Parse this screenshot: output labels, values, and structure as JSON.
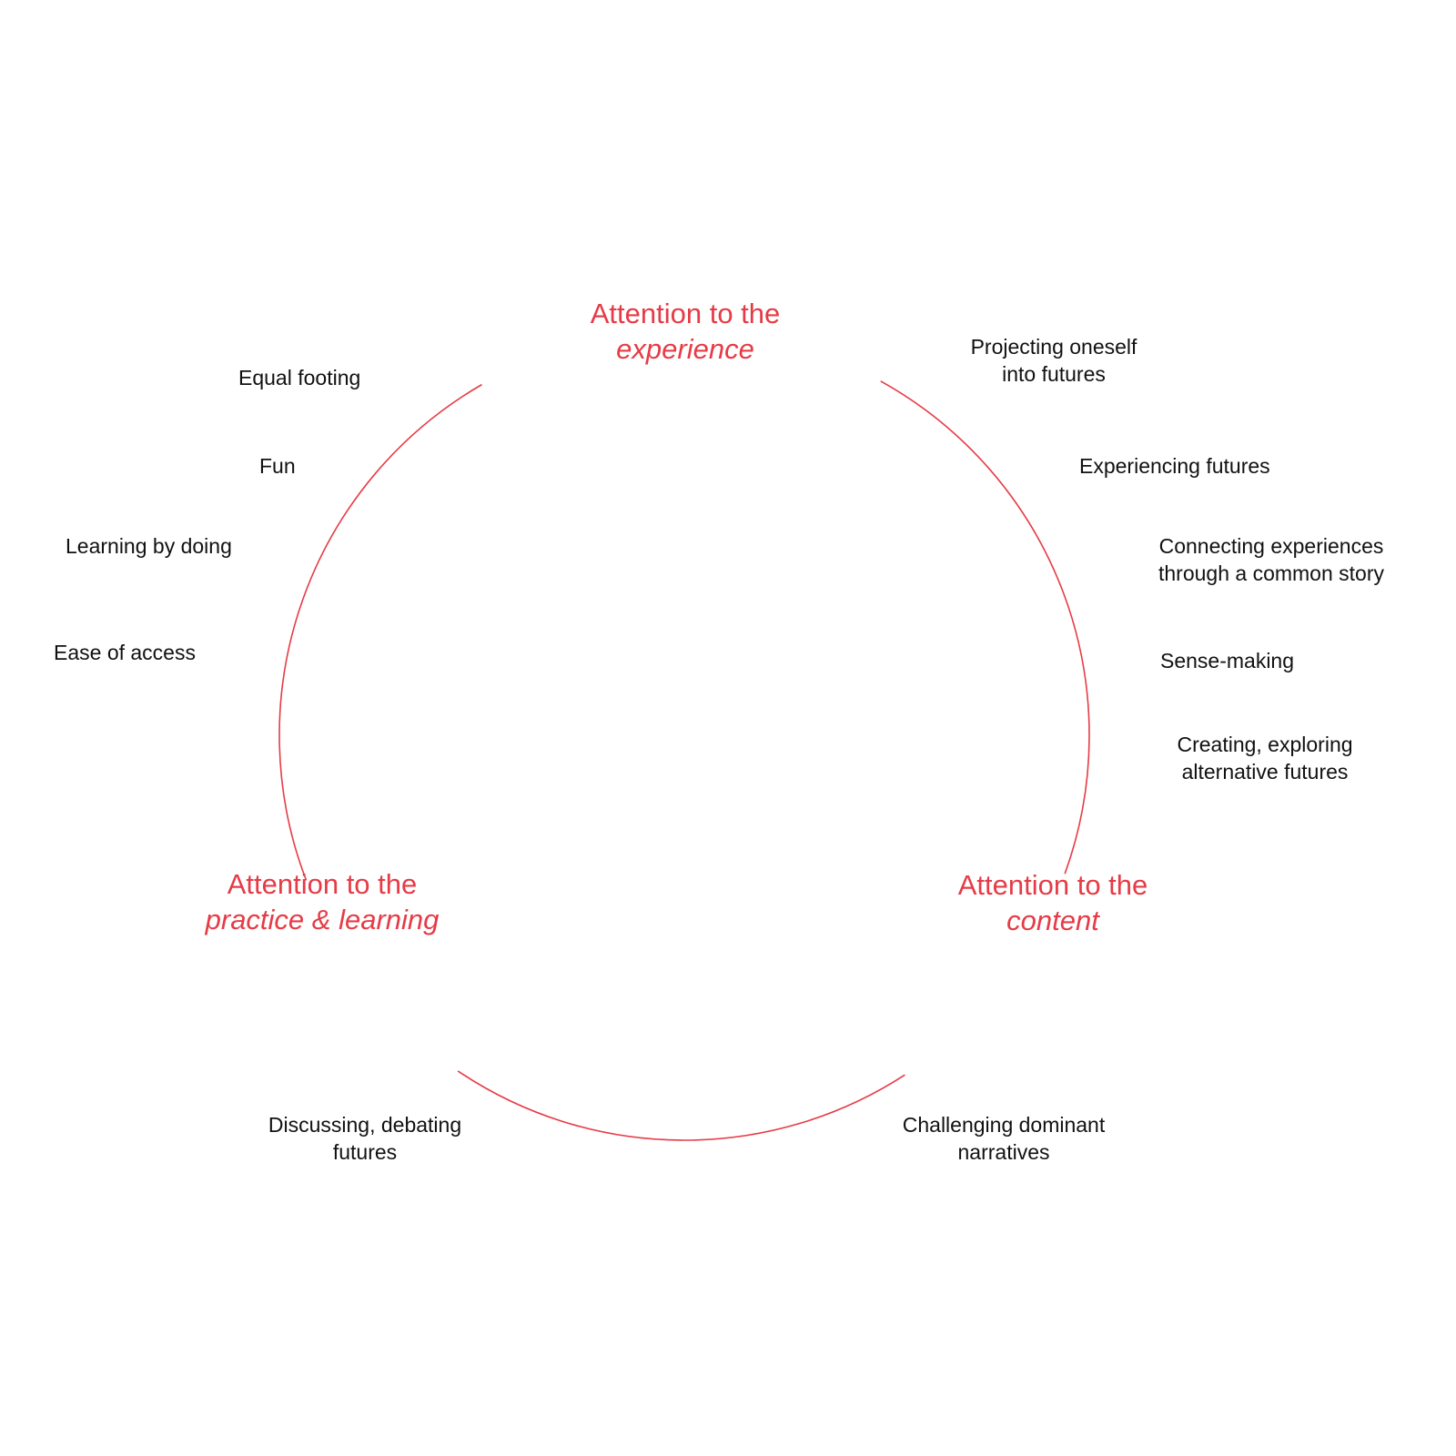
{
  "diagram": {
    "accent_color": "#e63b46",
    "text_color": "#111111",
    "hubs": {
      "experience": {
        "line1": "Attention to the",
        "line2": "experience"
      },
      "content": {
        "line1": "Attention to the",
        "line2": "content"
      },
      "practice": {
        "line1": "Attention to the",
        "line2": "practice & learning"
      }
    },
    "notes": {
      "equal_footing": "Equal footing",
      "fun": "Fun",
      "learning_by_doing": "Learning by doing",
      "ease_of_access": "Ease of access",
      "projecting": {
        "line1": "Projecting oneself",
        "line2": "into futures"
      },
      "experiencing": "Experiencing futures",
      "connecting": {
        "line1": "Connecting experiences",
        "line2": "through a common story"
      },
      "sense_making": "Sense-making",
      "creating": {
        "line1": "Creating, exploring",
        "line2": "alternative futures"
      },
      "discussing": {
        "line1": "Discussing, debating",
        "line2": "futures"
      },
      "challenging": {
        "line1": "Challenging dominant",
        "line2": "narratives"
      }
    }
  }
}
